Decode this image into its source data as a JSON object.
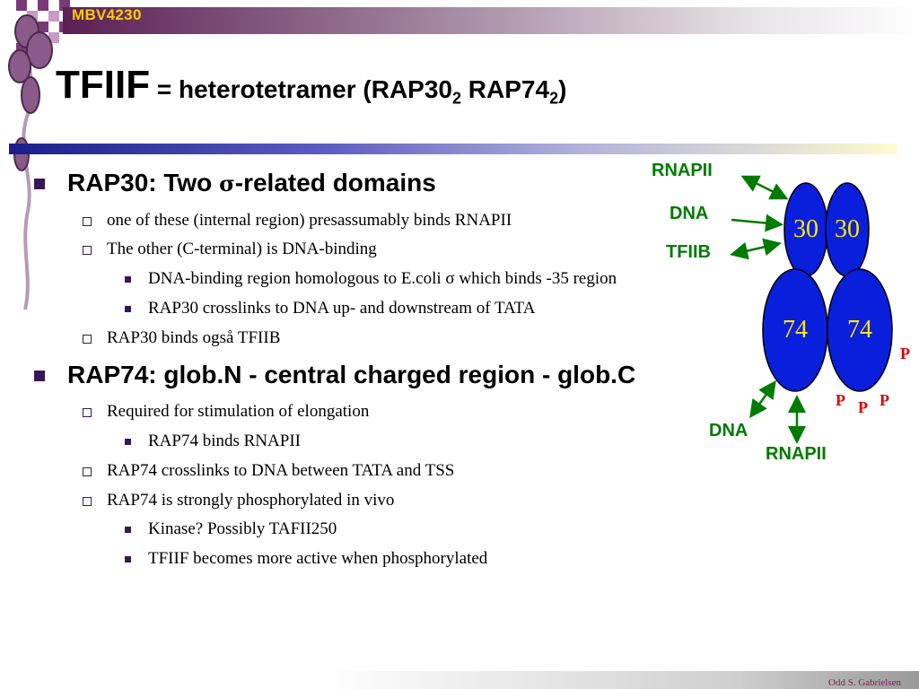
{
  "header": {
    "course": "MBV4230"
  },
  "title": {
    "main": "TFIIF",
    "rest": " = heterotetramer (RAP30",
    "sub1": "2",
    "mid": " RAP74",
    "sub2": "2",
    "end": ")"
  },
  "bullets": {
    "rap30": {
      "pre": "RAP30: Two ",
      "sigma": "σ",
      "post": "-related domains",
      "items": [
        "one of these (internal region) presassumably binds RNAPII",
        "The other (C-terminal) is DNA-binding",
        "DNA-binding region homologous to E.coli  σ which binds -35 region",
        "RAP30 crosslinks to DNA up- and downstream of TATA",
        "RAP30 binds også TFIIB"
      ]
    },
    "rap74": {
      "heading": "RAP74: glob.N - central charged region - glob.C",
      "items": [
        "Required for stimulation of elongation",
        "RAP74 binds RNAPII",
        "RAP74 crosslinks to DNA between TATA and TSS",
        "RAP74 is strongly phosphorylated in vivo",
        "Kinase? Possibly TAFII250",
        "TFIIF becomes more active when phosphorylated"
      ]
    }
  },
  "diagram": {
    "labels": {
      "rnapii_top": "RNAPII",
      "dna_top": "DNA",
      "tfiib": "TFIIB",
      "dna_bottom": "DNA",
      "rnapii_bottom": "RNAPII"
    },
    "subunits": {
      "a30": "30",
      "b30": "30",
      "a74": "74",
      "b74": "74"
    },
    "phospho": [
      "P",
      "P",
      "P",
      "P"
    ],
    "colors": {
      "subunit_fill": "#0a1fdc",
      "subunit_text": "#ffe800",
      "arrow": "#007a00",
      "phospho": "#dd0000"
    }
  },
  "footer": {
    "author": "Odd S. Gabrielsen"
  }
}
